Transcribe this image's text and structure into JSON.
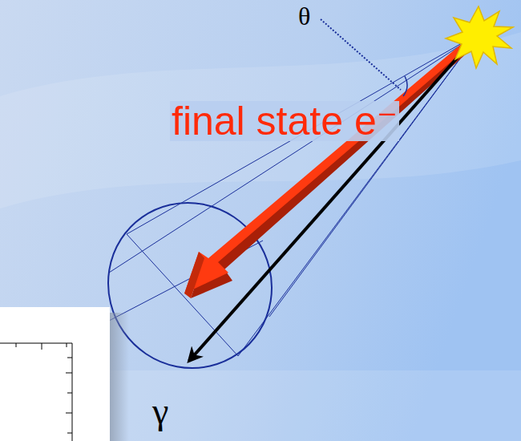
{
  "diagram": {
    "labels": [
      "θ",
      "final state e⁻",
      "γ"
    ]
  }
}
